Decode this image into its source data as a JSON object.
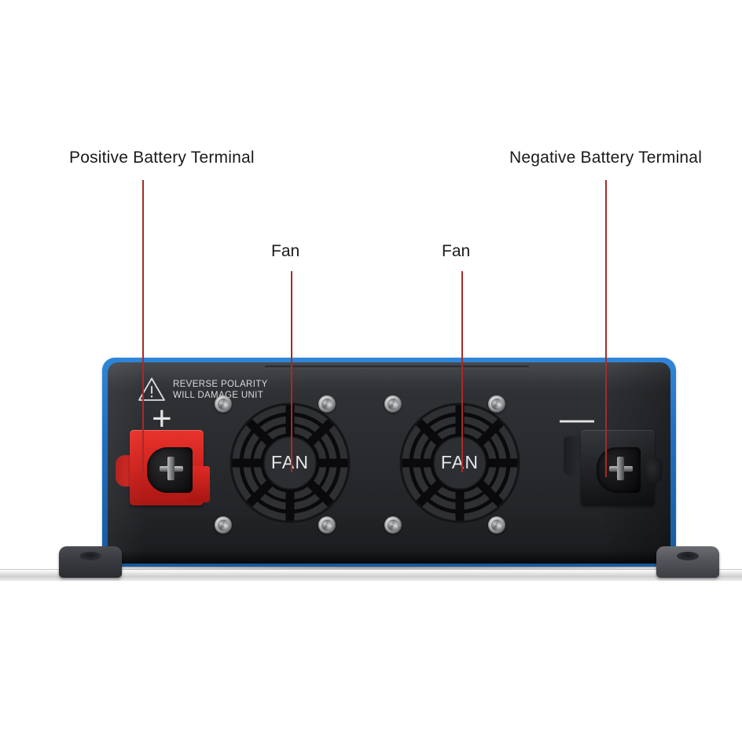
{
  "page": {
    "title": "Power Inverter Terminal Diagram",
    "background_color": "#ffffff"
  },
  "callouts": [
    {
      "id": "positive-battery-terminal",
      "label": "Positive Battery Terminal",
      "leader_color": "#a82a2a"
    },
    {
      "id": "negative-battery-terminal",
      "label": "Negative Battery Terminal",
      "leader_color": "#a82a2a"
    },
    {
      "id": "fan-left",
      "label": "Fan",
      "leader_color": "#a82a2a"
    },
    {
      "id": "fan-right",
      "label": "Fan",
      "leader_color": "#a82a2a"
    }
  ],
  "device": {
    "chassis_color": "#23252a",
    "accent_color": "#1f6fc0",
    "warning": {
      "icon": "warning-triangle-icon",
      "text": "REVERSE POLARITY\nWILL DAMAGE UNIT"
    },
    "terminals": {
      "positive": {
        "symbol": "+",
        "cover_color": "#d2241f",
        "name": "positive-battery-terminal"
      },
      "negative": {
        "symbol": "—",
        "cover_color": "#24262a",
        "name": "negative-battery-terminal"
      }
    },
    "fans": [
      {
        "label": "FAN",
        "name": "fan-left"
      },
      {
        "label": "FAN",
        "name": "fan-right"
      }
    ],
    "screw_count": 8,
    "mounting_feet": 2
  }
}
